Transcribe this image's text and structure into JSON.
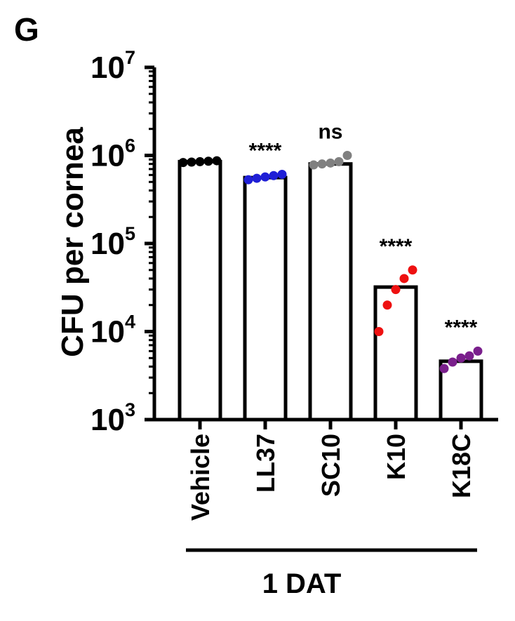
{
  "panel_label": "G",
  "chart_data": {
    "type": "bar",
    "ylabel": "CFU per cornea",
    "yscale": "log",
    "ylim": [
      1000,
      10000000
    ],
    "yticks": [
      {
        "base": "10",
        "exp": "3",
        "value": 1000
      },
      {
        "base": "10",
        "exp": "4",
        "value": 10000
      },
      {
        "base": "10",
        "exp": "5",
        "value": 100000
      },
      {
        "base": "10",
        "exp": "6",
        "value": 1000000
      },
      {
        "base": "10",
        "exp": "7",
        "value": 10000000
      }
    ],
    "categories": [
      "Vehicle",
      "LL37",
      "SC10",
      "K10",
      "K18C"
    ],
    "values": [
      850000,
      560000,
      800000,
      32000,
      4600
    ],
    "points": [
      [
        830000,
        840000,
        850000,
        860000,
        870000
      ],
      [
        530000,
        550000,
        570000,
        590000,
        610000
      ],
      [
        780000,
        800000,
        820000,
        850000,
        1000000
      ],
      [
        10000,
        20000,
        30000,
        40000,
        50000
      ],
      [
        3800,
        4500,
        5000,
        5300,
        6000
      ]
    ],
    "point_colors": [
      "#000000",
      "#1f1fd6",
      "#808080",
      "#ee1111",
      "#7a1f8c"
    ],
    "significance": [
      "",
      "****",
      "ns",
      "****",
      "****"
    ],
    "group_label": "1 DAT"
  }
}
